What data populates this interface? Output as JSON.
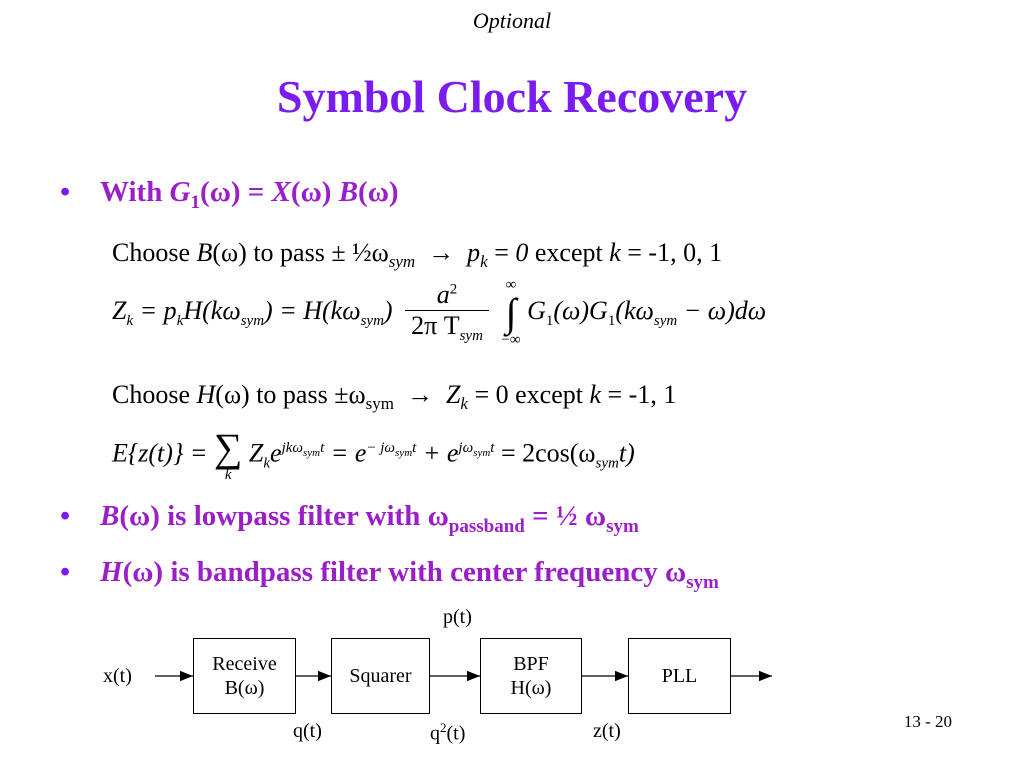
{
  "header": {
    "optional": "Optional",
    "title": "Symbol Clock Recovery"
  },
  "bullets": {
    "b1": {
      "prefix": "With ",
      "G": "G",
      "G_sub": "1",
      "rest1": "(ω) = ",
      "X": "X",
      "rest2": "(ω) ",
      "B": "B",
      "rest3": "(ω)"
    },
    "b2": {
      "B": "B",
      "text": "(ω) is lowpass filter with ω",
      "sub1": "passband",
      "mid": " = ½ ω",
      "sub2": "sym"
    },
    "b3": {
      "H": "H",
      "text": "(ω) is bandpass filter with center frequency ω",
      "sub": "sym"
    }
  },
  "lines": {
    "l1": {
      "a": "Choose ",
      "B": "B",
      "b": "(ω) to pass ± ½ω",
      "sub": "sym",
      "arrow": "→",
      "p": "p",
      "psub": "k",
      "c": " = ",
      "zero": "0",
      "d": " except ",
      "k": "k",
      "e": " = -1, 0, 1"
    },
    "l2": {
      "a": "Choose ",
      "H": "H",
      "b": "(ω) to pass ±ω",
      "sub": "sym",
      "arrow": "→",
      "Z": "Z",
      "zsub": "k",
      "c": " = 0 except ",
      "k": "k",
      "e": " = -1, 1"
    }
  },
  "equations": {
    "eq1": {
      "lhs": "Z",
      "lhs_sub": "k",
      "eqsign": " = p",
      "p_sub": "k",
      "h1": "H(kω",
      "h1_sub": "sym",
      "h1_end": ") = H(kω",
      "h2_sub": "sym",
      "h2_end": ")",
      "num": "a",
      "num_sup": "2",
      "den": "2π T",
      "den_sub": "sym",
      "int_top": "∞",
      "int": "∫",
      "int_bot": "−∞",
      "g1": "G",
      "g1_sub": "1",
      "g1_arg": "(ω)G",
      "g2_sub": "1",
      "g2_arg": "(kω",
      "g2_sub2": "sym",
      "g2_end": " − ω)dω"
    },
    "eq2": {
      "lhs": "E{z(t)} = ",
      "sum": "∑",
      "sum_bot": "k",
      "z": "Z",
      "z_sub": "k",
      "e1": "e",
      "e1_sup": "jkω",
      "e1_sup_sub": "sym",
      "e1_sup_t": "t",
      "eq": " = e",
      "e2_sup": "− jω",
      "e2_sup_sub": "sym",
      "e2_sup_t": "t",
      "plus": " + e",
      "e3_sup": "jω",
      "e3_sup_sub": "sym",
      "e3_sup_t": "t",
      "end": " = 2cos(ω",
      "end_sub": "sym",
      "end_t": "t)"
    }
  },
  "diagram": {
    "input": "x(t)",
    "blocks": [
      {
        "line1": "Receive",
        "line2": "B(ω)"
      },
      {
        "line1": "Squarer",
        "line2": ""
      },
      {
        "line1": "BPF",
        "line2": "H(ω)"
      },
      {
        "line1": "PLL",
        "line2": ""
      }
    ],
    "signals": {
      "q": "q(t)",
      "q2": "q",
      "q2_sup": "2",
      "q2_end": "(t)",
      "z": "z(t)",
      "p": "p(t)"
    }
  },
  "footer": {
    "page": "13 - 20"
  }
}
